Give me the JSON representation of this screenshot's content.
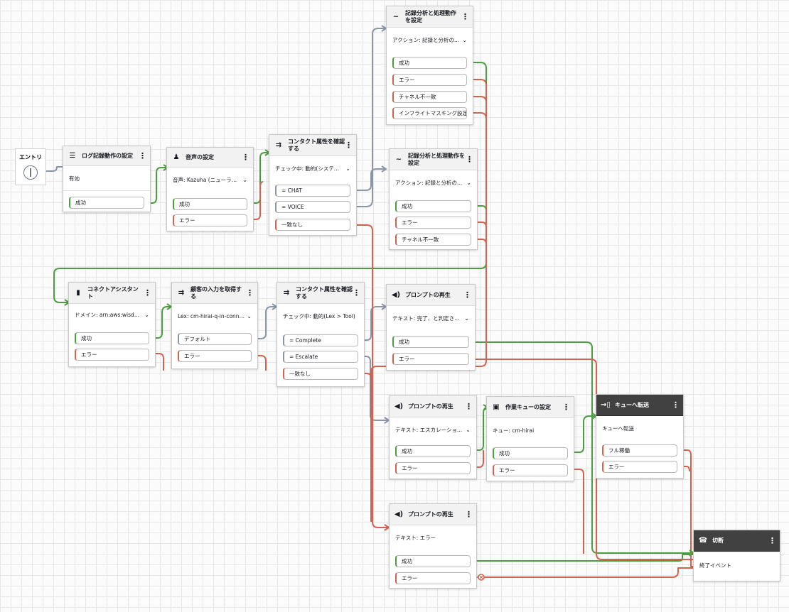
{
  "entry": {
    "label": "エントリ"
  },
  "blocks": {
    "logging": {
      "title": "ログ記録動作の設定",
      "subtitle": "有効",
      "rows": [
        "成功"
      ]
    },
    "voice": {
      "title": "音声の設定",
      "subtitle": "音声: Kazuha (ニューラル...",
      "rows": [
        "成功",
        "エラー"
      ]
    },
    "check1": {
      "title": "コンタクト属性を確認する",
      "subtitle": "チェック中: 動的(システム...",
      "rows": [
        "= CHAT",
        "= VOICE",
        "一致なし"
      ]
    },
    "analytics1": {
      "title": "記録分析と処理動作を設定",
      "subtitle": "アクション: 記録と分析の...",
      "rows": [
        "成功",
        "エラー",
        "チャネル不一致",
        "インフライトマスキング設定..."
      ]
    },
    "analytics2": {
      "title": "記録分析と処理動作を設定",
      "subtitle": "アクション: 記録と分析の...",
      "rows": [
        "成功",
        "エラー",
        "チャネル不一致"
      ]
    },
    "assistant": {
      "title": "コネクトアシスタント",
      "subtitle": "ドメイン: arn:aws:wisdom...",
      "rows": [
        "成功",
        "エラー"
      ]
    },
    "input": {
      "title": "顧客の入力を取得する",
      "subtitle": "Lex: cm-hirai-q-in-connec...",
      "rows": [
        "デフォルト",
        "エラー"
      ]
    },
    "check2": {
      "title": "コンタクト属性を確認する",
      "subtitle": "チェック中: 動的(Lex > Tool)",
      "rows": [
        "= Complete",
        "= Escalate",
        "一致なし"
      ]
    },
    "prompt1": {
      "title": "プロンプトの再生",
      "subtitle": "テキスト: 完了、と判定さ...",
      "rows": [
        "成功",
        "エラー"
      ]
    },
    "prompt2": {
      "title": "プロンプトの再生",
      "subtitle": "テキスト: エスカレーショ...",
      "rows": [
        "成功",
        "エラー"
      ]
    },
    "queue": {
      "title": "作業キューの設定",
      "subtitle": "キュー: cm-hirai",
      "rows": [
        "成功",
        "エラー"
      ]
    },
    "transfer": {
      "title": "キューへ転送",
      "subtitle": "キューへ転送",
      "rows": [
        "フル稼働",
        "エラー"
      ]
    },
    "prompt3": {
      "title": "プロンプトの再生",
      "subtitle": "テキスト: エラー",
      "rows": [
        "成功",
        "エラー"
      ]
    },
    "disconnect": {
      "title": "切断",
      "subtitle": "終了イベント",
      "rows": []
    }
  },
  "icons": {
    "menu": "kebab-menu-icon"
  },
  "colors": {
    "success": "#4b9e3f",
    "error": "#d1644f",
    "generic": "#8a95a8",
    "dark_header": "#414141"
  }
}
